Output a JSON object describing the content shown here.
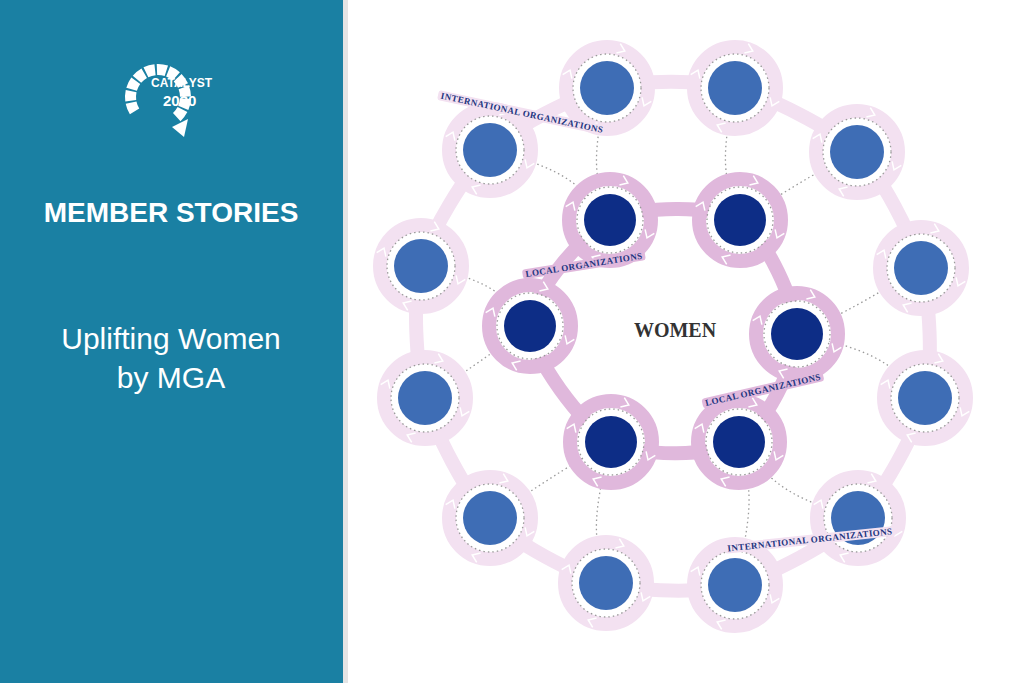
{
  "diagram": {
    "title": "Uplifting Women by MGA",
    "labels": [
      "CATALYST",
      "2030",
      "MEMBER STORIES",
      "WOMEN",
      "INTERNATIONAL ORGANIZATIONS",
      "LOCAL ORGANIZATIONS",
      "LOCAL ORGANIZATIONS",
      "INTERNATIONAL ORGANIZATIONS"
    ]
  }
}
